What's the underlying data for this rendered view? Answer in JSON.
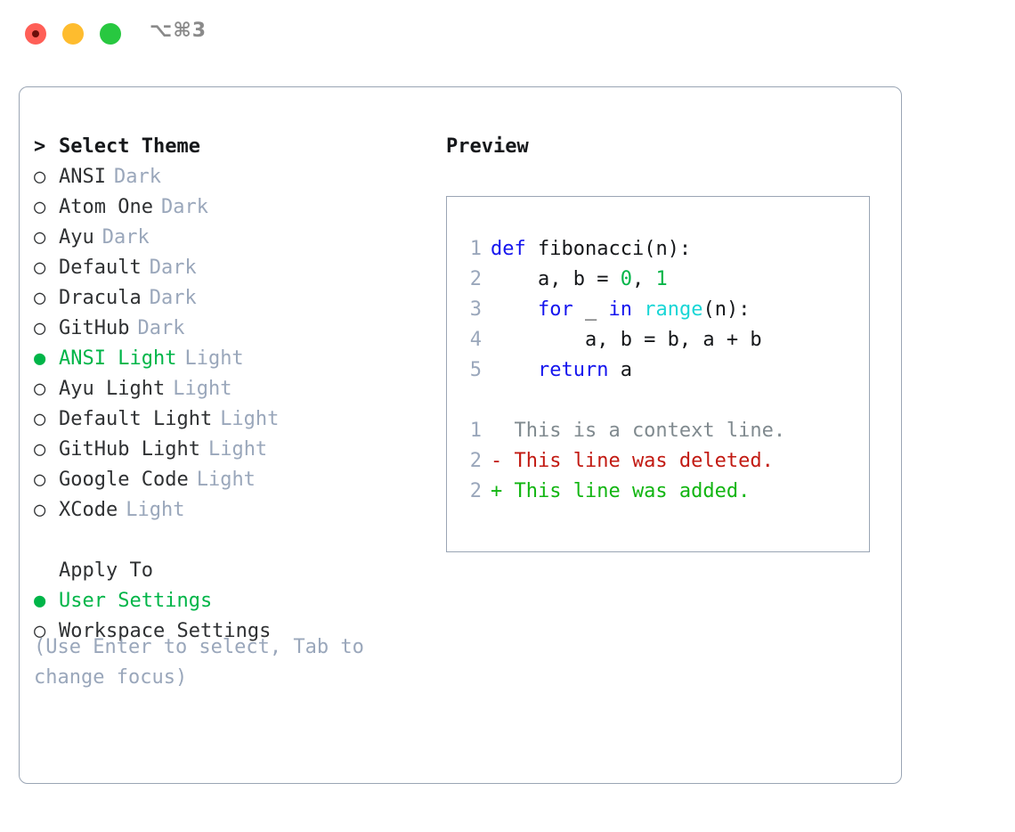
{
  "titlebar": {
    "shortcut": "⌥⌘3",
    "buttons": [
      {
        "name": "close",
        "color": "#ff5f57"
      },
      {
        "name": "minimize",
        "color": "#febc2e"
      },
      {
        "name": "maximize",
        "color": "#28c840"
      }
    ]
  },
  "theme_panel": {
    "heading_marker": ">",
    "heading": "Select Theme",
    "themes": [
      {
        "marker": "○",
        "name": "ANSI",
        "variant": "Dark",
        "selected": false
      },
      {
        "marker": "○",
        "name": "Atom One",
        "variant": "Dark",
        "selected": false
      },
      {
        "marker": "○",
        "name": "Ayu",
        "variant": "Dark",
        "selected": false
      },
      {
        "marker": "○",
        "name": "Default",
        "variant": "Dark",
        "selected": false
      },
      {
        "marker": "○",
        "name": "Dracula",
        "variant": "Dark",
        "selected": false
      },
      {
        "marker": "○",
        "name": "GitHub",
        "variant": "Dark",
        "selected": false
      },
      {
        "marker": "●",
        "name": "ANSI Light",
        "variant": "Light",
        "selected": true
      },
      {
        "marker": "○",
        "name": "Ayu Light",
        "variant": "Light",
        "selected": false
      },
      {
        "marker": "○",
        "name": "Default Light",
        "variant": "Light",
        "selected": false
      },
      {
        "marker": "○",
        "name": "GitHub Light",
        "variant": "Light",
        "selected": false
      },
      {
        "marker": "○",
        "name": "Google Code",
        "variant": "Light",
        "selected": false
      },
      {
        "marker": "○",
        "name": "XCode",
        "variant": "Light",
        "selected": false
      }
    ]
  },
  "apply_to": {
    "heading": "Apply To",
    "options": [
      {
        "marker": "●",
        "label": "User Settings",
        "selected": true
      },
      {
        "marker": "○",
        "label": "Workspace Settings",
        "selected": false
      }
    ]
  },
  "help": {
    "line1": "(Use Enter to select, Tab to",
    "line2": "change focus)"
  },
  "preview": {
    "title": "Preview",
    "code_lines": [
      {
        "no": "1",
        "tokens": [
          {
            "t": "def",
            "c": "kw"
          },
          {
            "t": " fibonacci(n):",
            "c": "plain"
          }
        ]
      },
      {
        "no": "2",
        "tokens": [
          {
            "t": "    a, b = ",
            "c": "plain"
          },
          {
            "t": "0",
            "c": "num"
          },
          {
            "t": ", ",
            "c": "plain"
          },
          {
            "t": "1",
            "c": "num"
          }
        ]
      },
      {
        "no": "3",
        "tokens": [
          {
            "t": "    ",
            "c": "plain"
          },
          {
            "t": "for",
            "c": "kw"
          },
          {
            "t": " _ ",
            "c": "plain"
          },
          {
            "t": "in",
            "c": "kw"
          },
          {
            "t": " ",
            "c": "plain"
          },
          {
            "t": "range",
            "c": "fn"
          },
          {
            "t": "(n):",
            "c": "plain"
          }
        ]
      },
      {
        "no": "4",
        "tokens": [
          {
            "t": "        a, b = b, a + b",
            "c": "plain"
          }
        ]
      },
      {
        "no": "5",
        "tokens": [
          {
            "t": "    ",
            "c": "plain"
          },
          {
            "t": "return",
            "c": "kw"
          },
          {
            "t": " a",
            "c": "plain"
          }
        ]
      }
    ],
    "diff_lines": [
      {
        "no": "1",
        "text": "  This is a context line.",
        "kind": "ctx"
      },
      {
        "no": "2",
        "text": "- This line was deleted.",
        "kind": "del"
      },
      {
        "no": "2",
        "text": "+ This line was added.",
        "kind": "add"
      }
    ]
  },
  "colors": {
    "accent_green": "#00b548",
    "keyword_blue": "#1515ee",
    "function_cyan": "#1ad6d6",
    "number_green": "#00b548",
    "diff_delete_red": "#c21a12",
    "diff_add_green": "#11b511",
    "muted_gray": "#9aa7bb",
    "border": "#9aa5b4"
  }
}
